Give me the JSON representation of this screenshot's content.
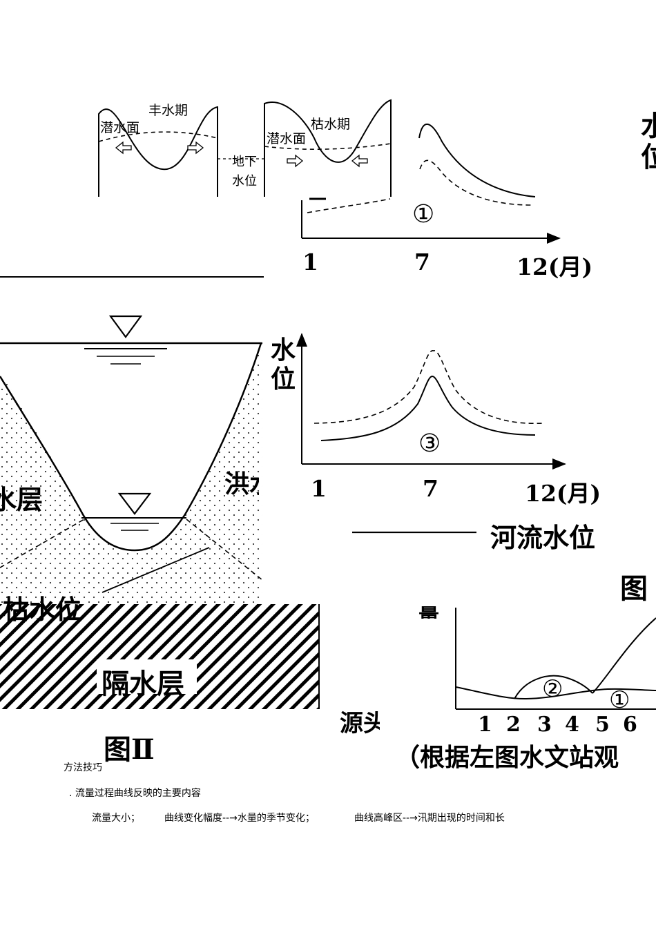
{
  "figure1": {
    "panel_left": {
      "season": "丰水期",
      "surface": "潜水面"
    },
    "panel_right": {
      "season": "枯水期",
      "surface": "潜水面"
    },
    "groundwater_label_1": "地下",
    "groundwater_label_2": "水位",
    "curve_marker": "①",
    "x_ticks": [
      "1",
      "7",
      "12(月)"
    ],
    "edge_chars": [
      "水",
      "位"
    ]
  },
  "figure2": {
    "left_layer": "水层",
    "dry_level": "枯水位",
    "flood_partial": "洪水",
    "aquiclude": "隔水层",
    "caption": "图Ⅱ",
    "y_label_1": "水",
    "y_label_2": "位",
    "curve_marker": "③",
    "x_ticks": [
      "1",
      "7",
      "12(月)"
    ],
    "legend_text": "河流水位"
  },
  "figure3": {
    "heading": "图",
    "y_label": "量",
    "source_partial": "源头",
    "markers": [
      "②",
      "①"
    ],
    "x_ticks": [
      "1",
      "2",
      "3",
      "4",
      "5",
      "6"
    ],
    "caption_partial": "（根据左图水文站观"
  },
  "text": {
    "section_title": "方法技巧",
    "point_1": ". 流量过程曲线反映的主要内容",
    "item_a": "流量大小；",
    "item_b": "曲线变化幅度--→水量的季节变化；",
    "item_c": "曲线高峰区--→汛期出现的时间和长"
  }
}
